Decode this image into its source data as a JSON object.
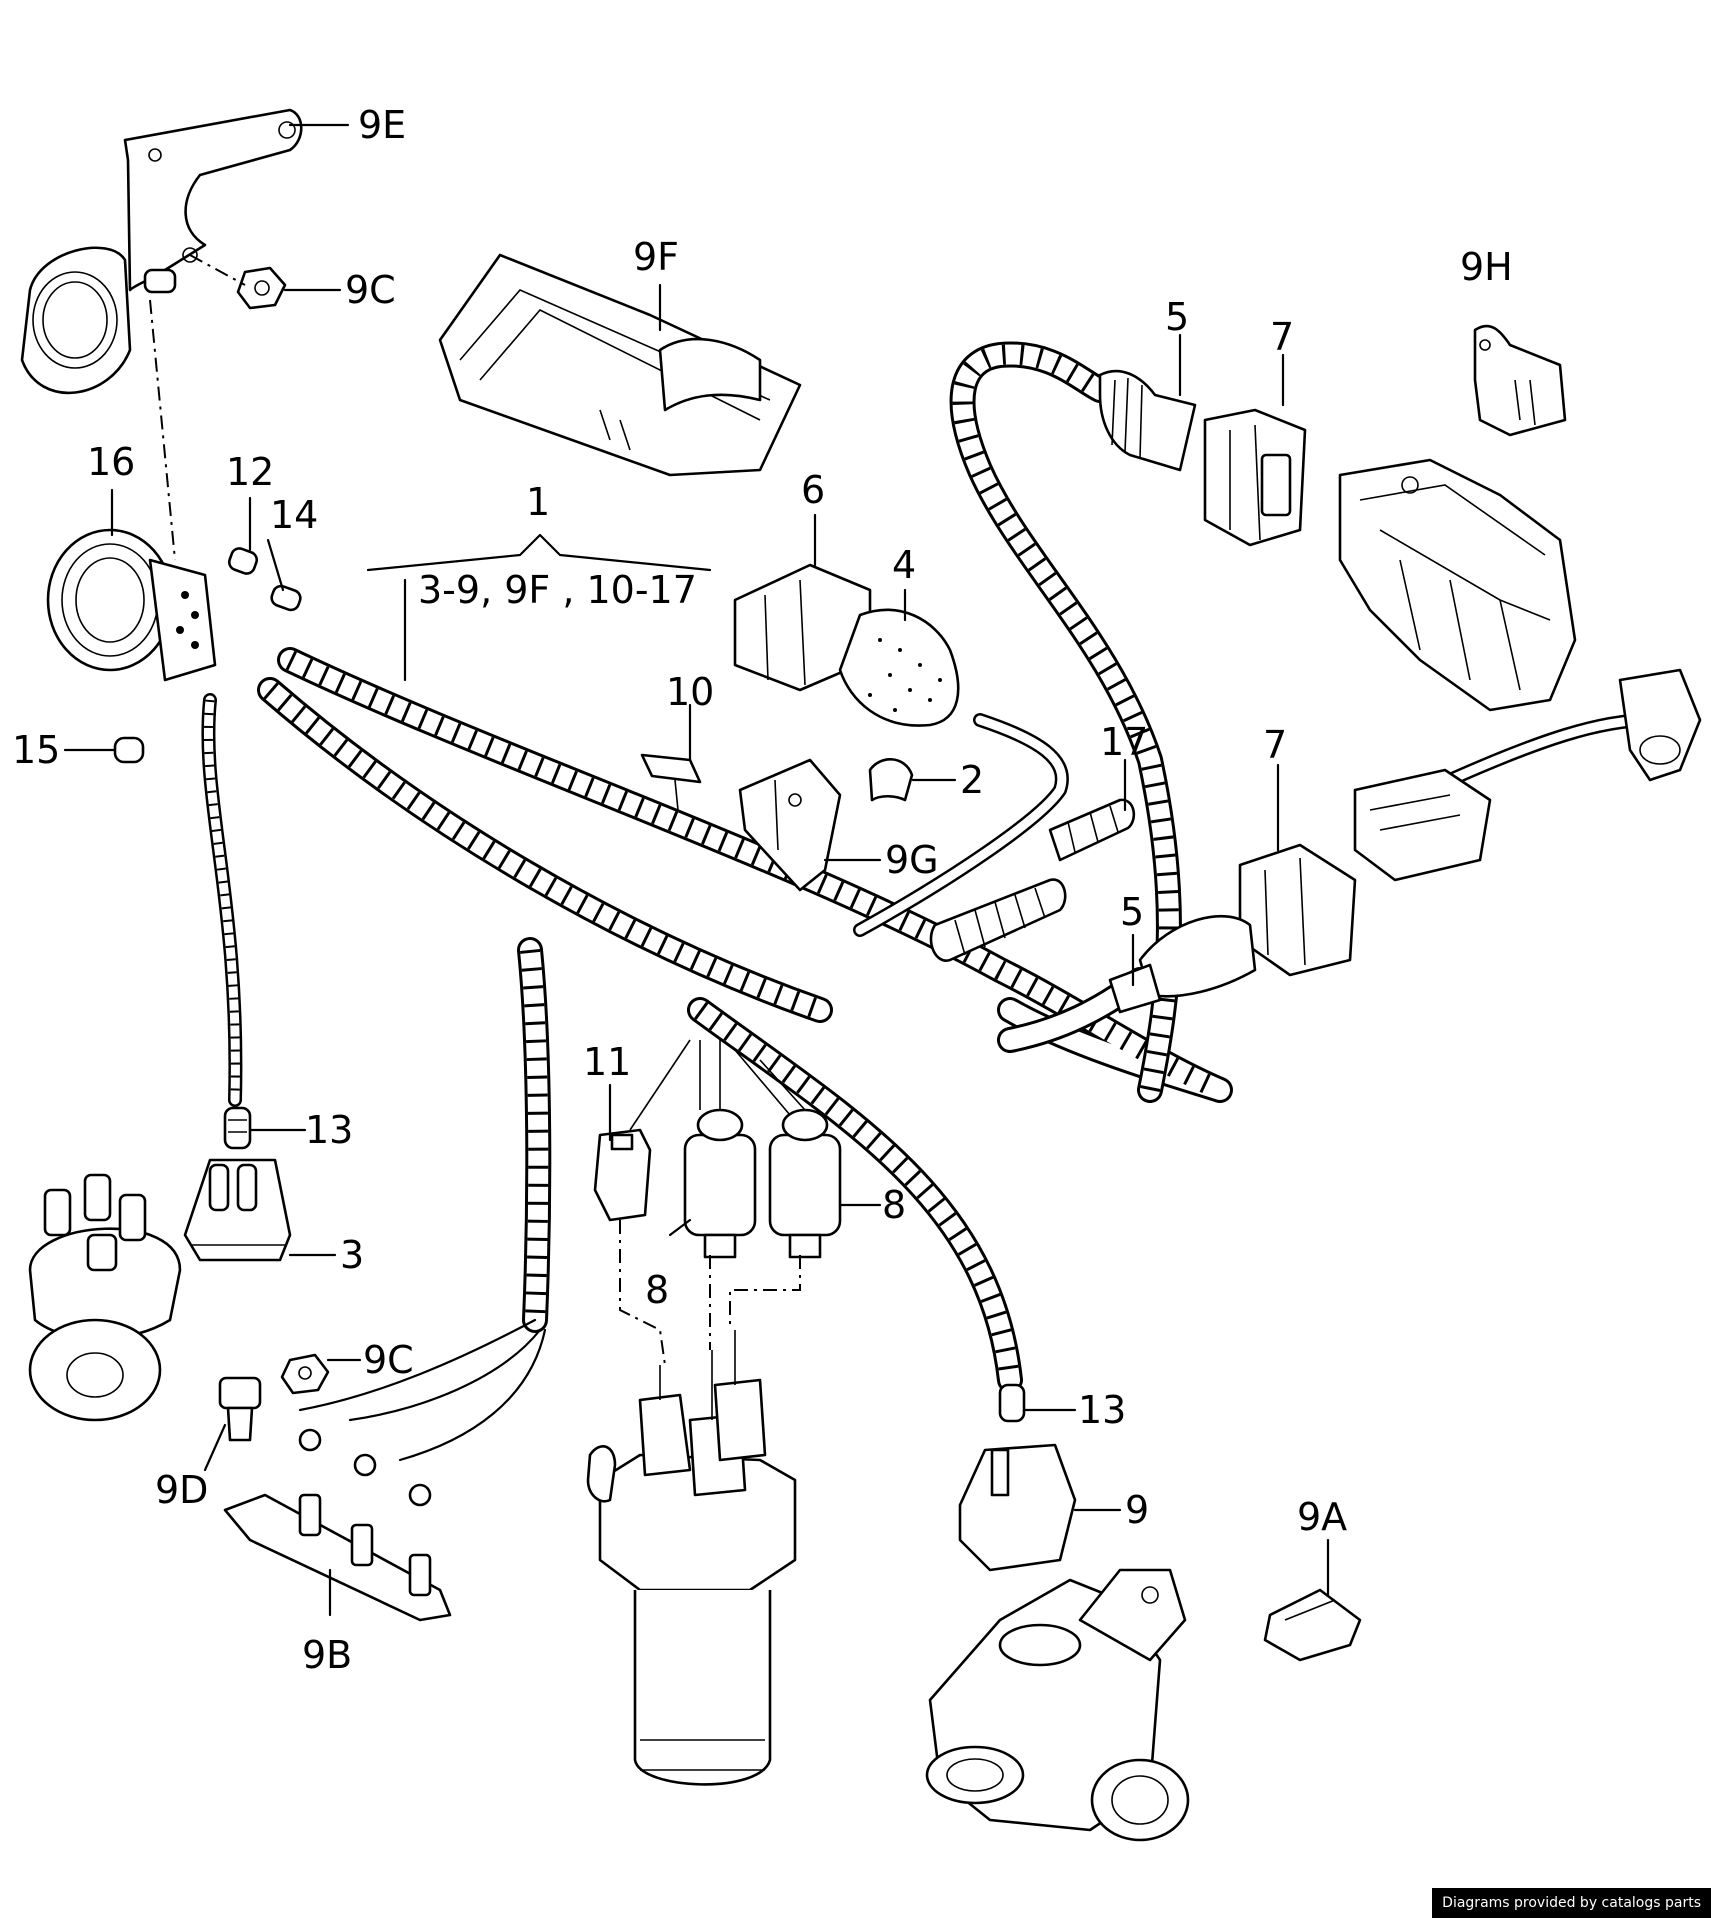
{
  "callouts": {
    "c9E": "9E",
    "c9C_top": "9C",
    "c9F": "9F",
    "c9H": "9H",
    "c5_top": "5",
    "c7_top": "7",
    "c16": "16",
    "c12": "12",
    "c14": "14",
    "c1": "1",
    "c1_range": "3-9, 9F , 10-17",
    "c6": "6",
    "c4": "4",
    "c10": "10",
    "c2": "2",
    "c17": "17",
    "c7_mid": "7",
    "c15": "15",
    "c9G": "9G",
    "c5_mid": "5",
    "c11": "11",
    "c13_left": "13",
    "c8_right": "8",
    "c3": "3",
    "c8_left": "8",
    "c9C_bottom": "9C",
    "c13_right": "13",
    "c9D": "9D",
    "c9": "9",
    "c9A": "9A",
    "c9B": "9B"
  },
  "credit": "Diagrams provided by catalogs parts"
}
